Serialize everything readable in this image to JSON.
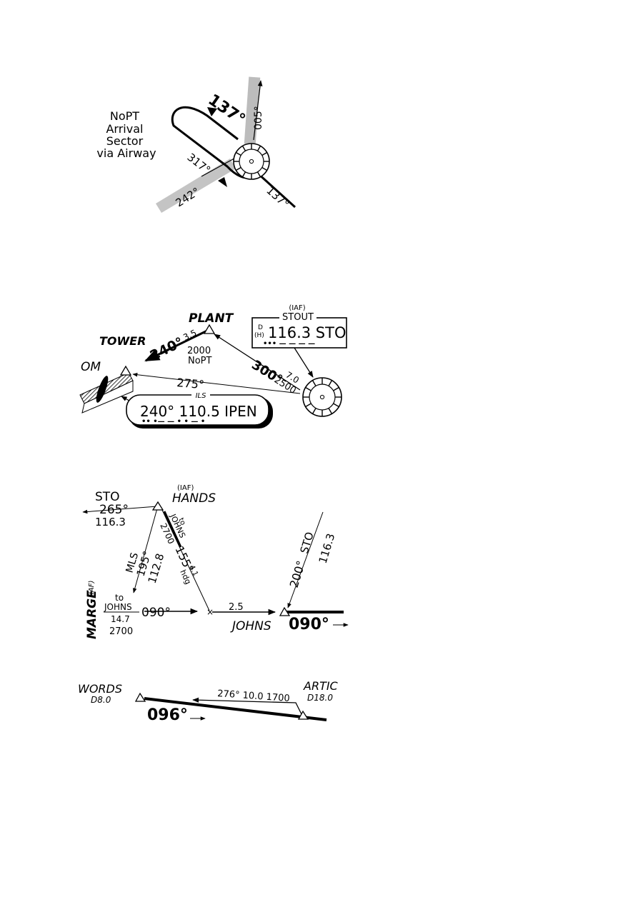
{
  "fig1": {
    "sector_label_lines": [
      "NoPT",
      "Arrival",
      "Sector",
      "via Airway"
    ],
    "course_137_top": "137°",
    "course_005": "005°",
    "course_317": "317°",
    "course_242": "242°",
    "course_137_bottom": "137°"
  },
  "fig2": {
    "plant": "PLANT",
    "tower": "TOWER",
    "om": "OM",
    "stout_iaf": "(IAF)",
    "stout_name": "STOUT",
    "stout_d": "D",
    "stout_h": "(H)",
    "stout_freq": "116.3 STO",
    "stout_morse": "•••  —  — — —",
    "course_240": "240°",
    "dist_35": "3.5",
    "alt_2000": "2000",
    "nopt": "NoPT",
    "course_300": "300°",
    "dist_70": "7.0",
    "alt_2500": "2500",
    "course_275": "275°",
    "ils_label": "ILS",
    "ils_text": "240° 110.5 IPEN",
    "ils_morse": "••   •— — •     •      — •"
  },
  "fig3": {
    "sto": "STO",
    "sto_course": "265°",
    "sto_freq": "116.3",
    "hands_iaf": "(IAF)",
    "hands": "HANDS",
    "to_label": "to",
    "johns_small": "JOHNS",
    "alt_2700": "2700",
    "hdg_155": "155°",
    "dist_41": "4.1",
    "hdg_label": "hdg",
    "mls": "MLS",
    "mls_course": "195°",
    "mls_freq": "112.8",
    "marge": "MARGE",
    "marge_iaf": "(IAF)",
    "marge_to": "to",
    "marge_johns": "JOHNS",
    "marge_dist": "14.7",
    "marge_alt": "2700",
    "course_090_left": "090°",
    "dist_25": "2.5",
    "johns": "JOHNS",
    "course_090_right": "090°",
    "course_200": "200°",
    "sto_right": "STO",
    "sto_right_freq": "116.3"
  },
  "fig4": {
    "words": "WORDS",
    "words_dme": "D8.0",
    "artic": "ARTIC",
    "artic_dme": "D18.0",
    "leg_text": "276° 10.0 1700",
    "course_096": "096°"
  }
}
